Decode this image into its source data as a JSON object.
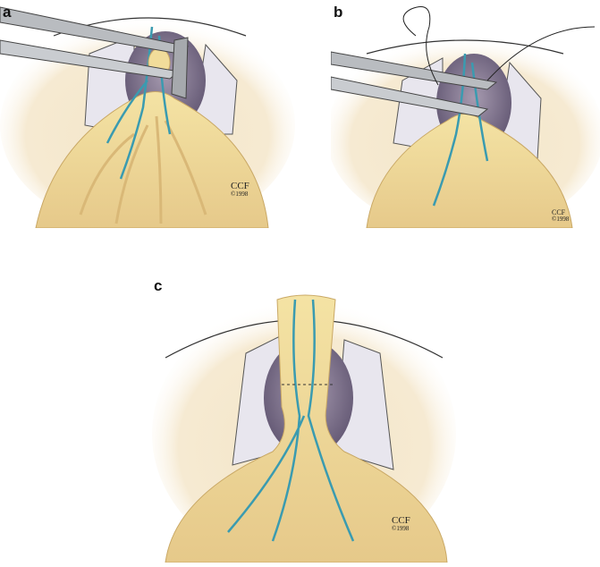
{
  "panels": [
    {
      "label": "a",
      "credit": "CCF",
      "copyright": "©1998"
    },
    {
      "label": "b",
      "credit": "CCF",
      "copyright": "©1998"
    },
    {
      "label": "c",
      "credit": "CCF",
      "copyright": "©1998"
    }
  ],
  "colors": {
    "fat": "#f1dc9a",
    "vessel": "#3a9bb0",
    "cavity": "#7c6f86",
    "tissue": "#f3e6c8",
    "instrument": "#b9bcc0"
  }
}
